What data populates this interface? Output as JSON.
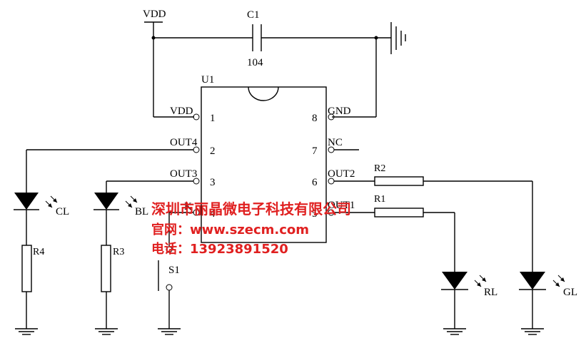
{
  "nets": {
    "vdd": "VDD",
    "gnd": "GND"
  },
  "capacitor": {
    "ref": "C1",
    "value": "104"
  },
  "chip": {
    "ref": "U1",
    "pins": [
      {
        "num": "1",
        "name": "VDD"
      },
      {
        "num": "2",
        "name": "OUT4"
      },
      {
        "num": "3",
        "name": "OUT3"
      },
      {
        "num": "4",
        "name": "K"
      },
      {
        "num": "5",
        "name": "OUT1"
      },
      {
        "num": "6",
        "name": "OUT2"
      },
      {
        "num": "7",
        "name": "NC"
      },
      {
        "num": "8",
        "name": "GND"
      }
    ]
  },
  "resistors": {
    "r1": "R1",
    "r2": "R2",
    "r3": "R3",
    "r4": "R4"
  },
  "leds": {
    "cl": "CL",
    "bl": "BL",
    "rl": "RL",
    "gl": "GL"
  },
  "switch": {
    "ref": "S1"
  },
  "watermark": {
    "company": "深圳市丽晶微电子科技有限公司",
    "website": "官网：www.szecm.com",
    "phone": "电话：13923891520"
  }
}
